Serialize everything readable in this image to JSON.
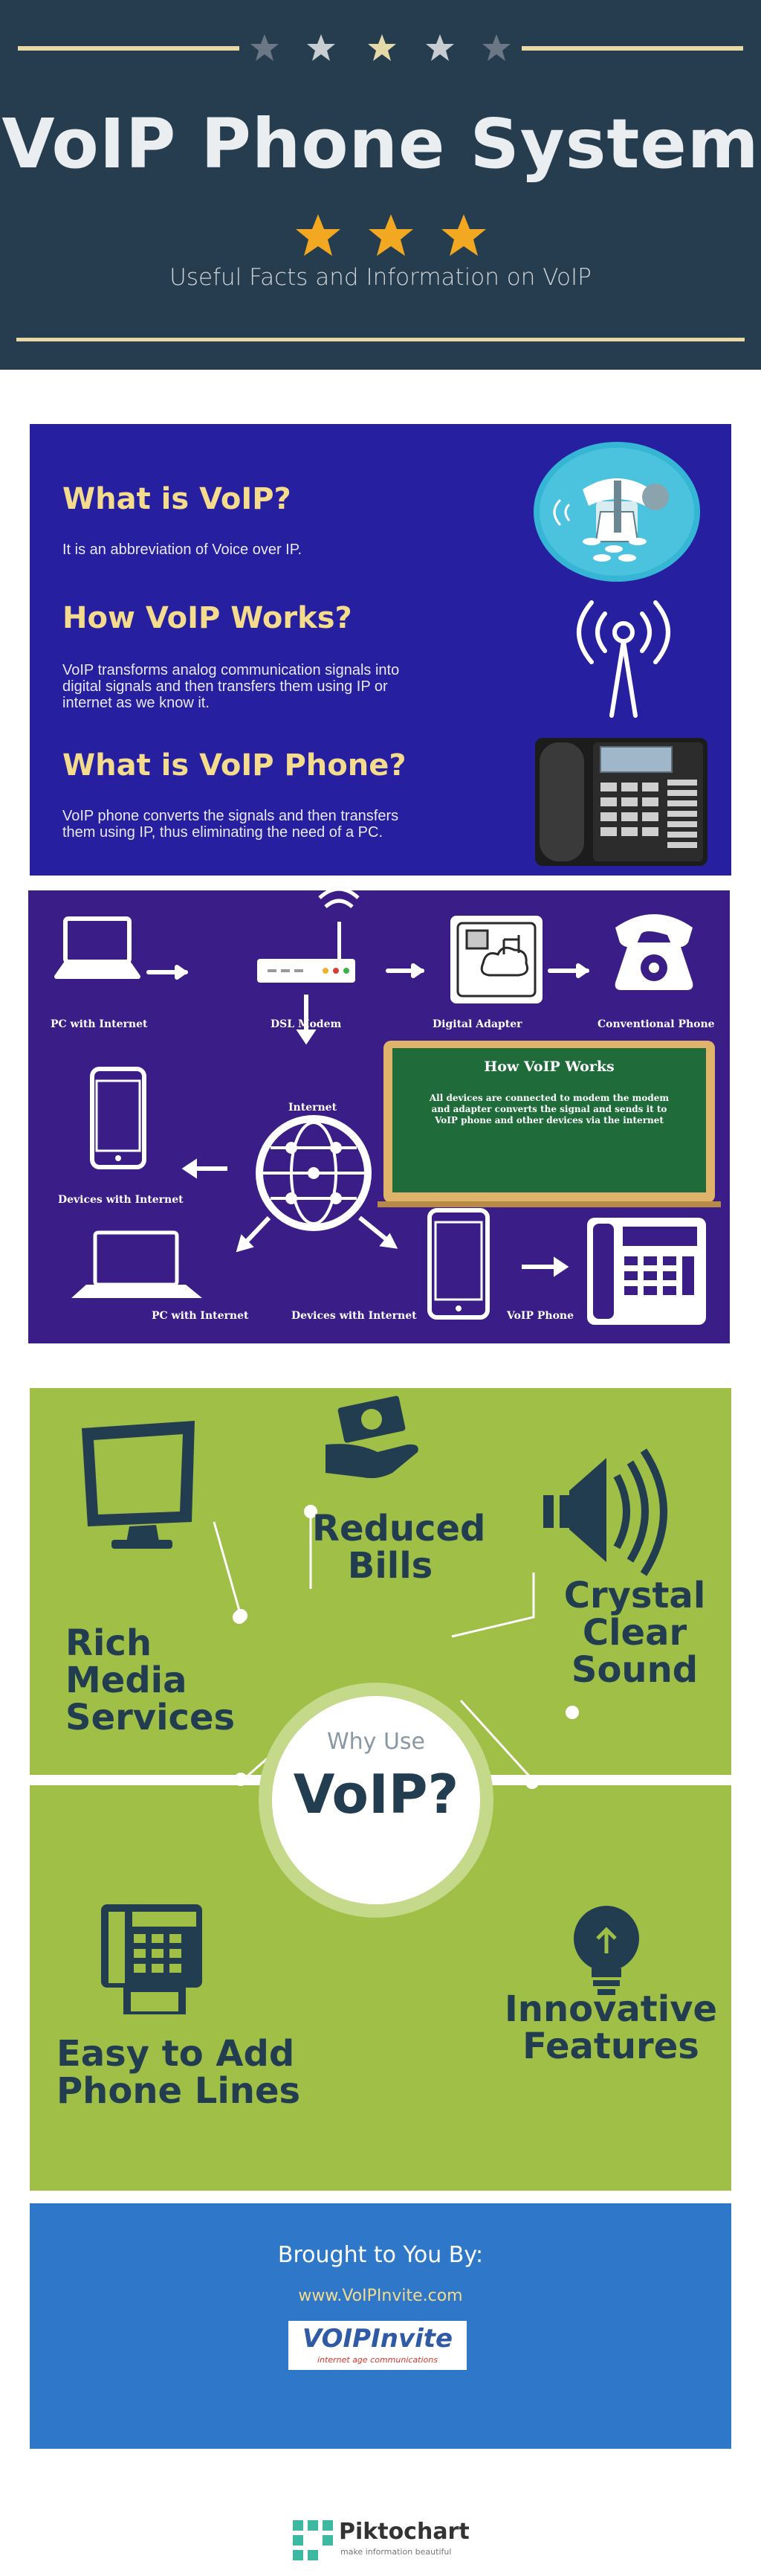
{
  "header": {
    "title": "VoIP Phone System",
    "subtitle": "Useful Facts and Information on VoIP"
  },
  "faq": [
    {
      "question": "What is VoIP?",
      "answer": "It is an abbreviation of Voice over IP."
    },
    {
      "question": "How VoIP Works?",
      "answer": "VoIP transforms analog communication signals into digital signals and then transfers them using IP or internet as we know it."
    },
    {
      "question": "What is VoIP Phone?",
      "answer": "VoIP phone converts the signals and then transfers them using IP, thus eliminating the need of a PC."
    }
  ],
  "diagram": {
    "labels": {
      "pc_top": "PC with Internet",
      "dsl": "DSL Modem",
      "adapter": "Digital Adapter",
      "conventional": "Conventional Phone",
      "internet": "Internet",
      "devices_left": "Devices with Internet",
      "pc_bottom": "PC with Internet",
      "devices_bottom": "Devices with Internet",
      "voip_phone": "VoIP Phone"
    },
    "board_title": "How VoIP Works",
    "board_text": "All devices are connected to modem the modem and adapter converts the signal and sends it to VoIP phone and other devices via the internet"
  },
  "why": {
    "center_top": "Why Use",
    "center_main": "VoIP?",
    "features": [
      "Reduced Bills",
      "Crystal Clear Sound",
      "Rich Media Services",
      "Easy to Add Phone Lines",
      "Innovative Features"
    ]
  },
  "footer": {
    "brought_by": "Brought to You By:",
    "url": "www.VoIPInvite.com",
    "logo_text": "VOIPInvite",
    "logo_tag": "internet age communications",
    "piktochart": "Piktochart",
    "piktochart_tag": "make information beautiful"
  },
  "colors": {
    "header_bg": "#263c4f",
    "section1_bg": "#2620a0",
    "section2_bg": "#3a1d86",
    "green_bg": "#9fbf47",
    "footer_bg": "#2f77c8",
    "gold": "#f3a821",
    "cream": "#ead9a6"
  }
}
